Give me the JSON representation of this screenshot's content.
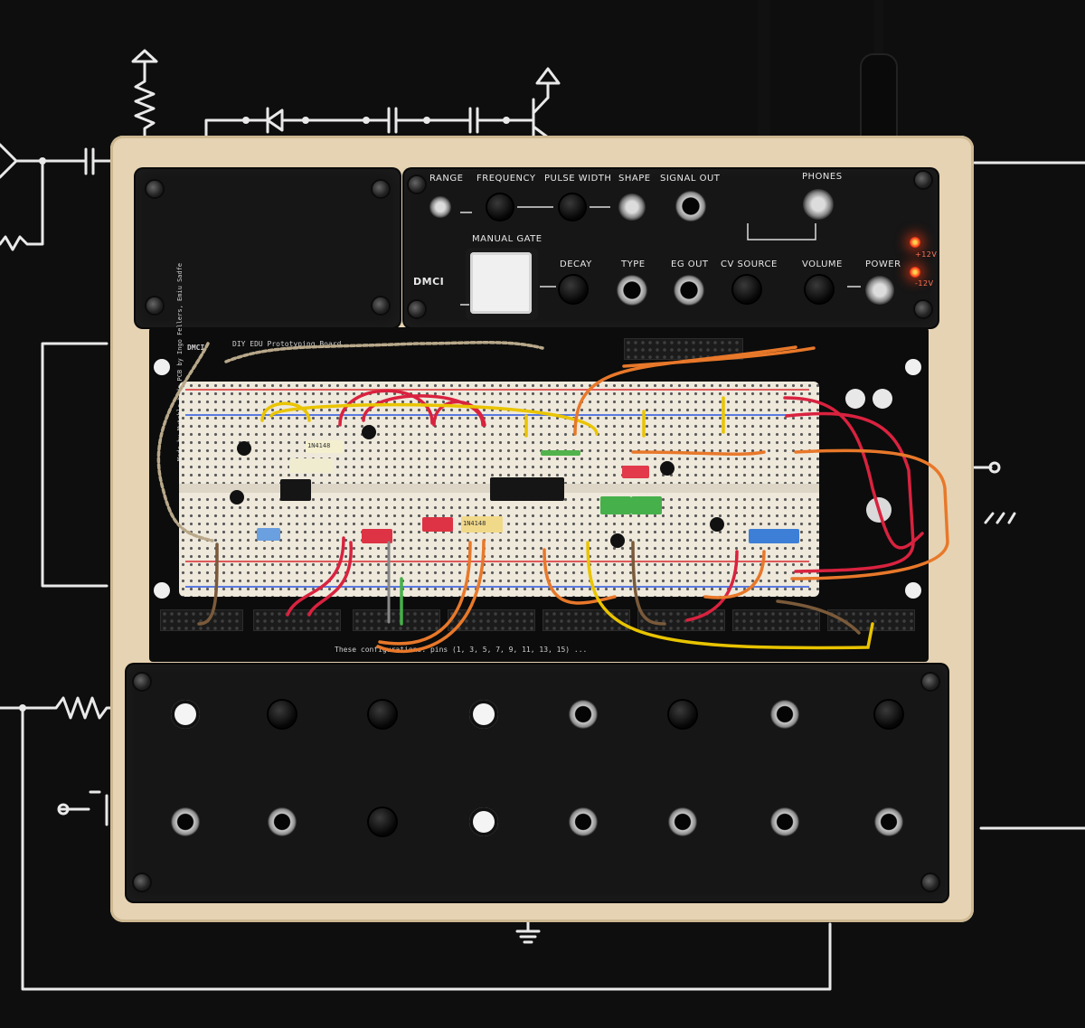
{
  "scene": {
    "subject": "modular-synthesizer-prototyping-board",
    "colors": {
      "background": "#0e0e0e",
      "chalk": "#e9e9e9",
      "board": "#e6d3b3",
      "panel": "#161616",
      "led": "#ff3b1a",
      "wire_red": "#d9223f",
      "wire_orange": "#e8782a",
      "wire_yellow": "#e9c400"
    }
  },
  "top_panel": {
    "logo_text": "DMCI",
    "labels": {
      "range": "RANGE",
      "frequency": "FREQUENCY",
      "pulse_width": "PULSE WIDTH",
      "shape": "SHAPE",
      "signal_out": "SIGNAL OUT",
      "phones": "PHONES",
      "manual_gate": "MANUAL GATE",
      "decay": "DECAY",
      "type": "TYPE",
      "eg_out": "EG OUT",
      "cv_source": "CV SOURCE",
      "volume": "VOLUME",
      "power": "POWER",
      "plus12": "+12V",
      "minus12": "-12V"
    }
  },
  "pcb": {
    "logo_text": "DMCI",
    "title": "DIY EDU Prototyping Board",
    "credits": "Made by Mutable Kids   PCB by Ingo Fellers, Emiu Sadfe",
    "footer_text": "These configurations: pins (1, 3, 5, 7, 9, 11, 13, 15) ...",
    "component_marks": [
      "1N4148",
      "1N4148"
    ]
  },
  "bottom_panel": {
    "row1": [
      "hole",
      "knob",
      "knob",
      "hole",
      "jack",
      "knob",
      "jack",
      "knob"
    ],
    "row2": [
      "jack",
      "jack",
      "switch",
      "hole",
      "jack",
      "jack",
      "jack",
      "jack"
    ]
  }
}
